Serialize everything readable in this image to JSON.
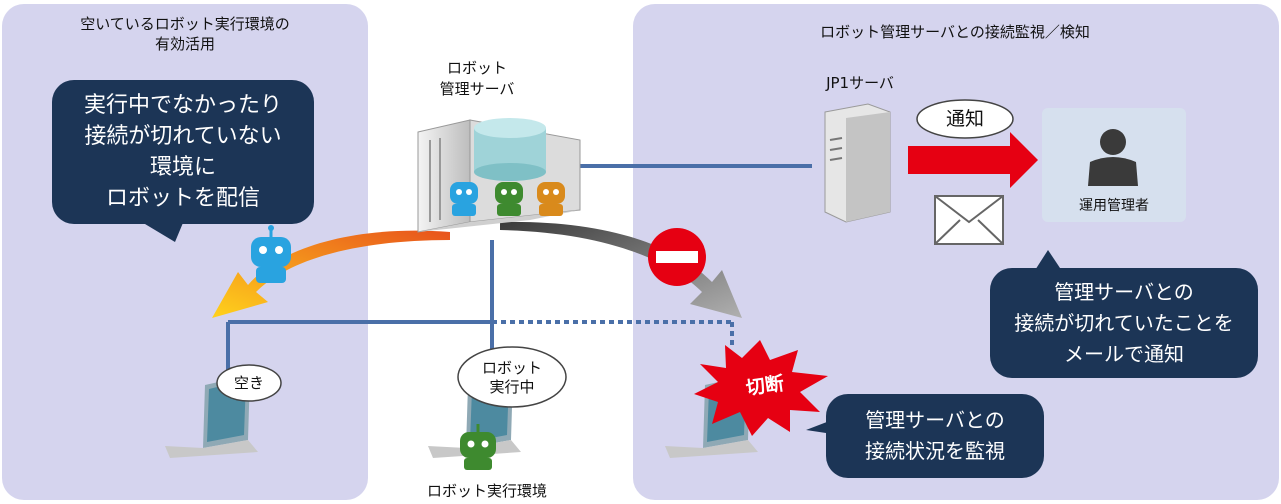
{
  "left_panel": {
    "title_line1": "空いているロボット実行環境の",
    "title_line2": "有効活用",
    "callout": [
      "実行中でなかったり",
      "接続が切れていない",
      "環境に",
      "ロボットを配信"
    ],
    "laptop_bubble": "空き"
  },
  "center": {
    "server_label_line1": "ロボット",
    "server_label_line2": "管理サーバ",
    "running_bubble_line1": "ロボット",
    "running_bubble_line2": "実行中",
    "bottom_label": "ロボット実行環境"
  },
  "right_panel": {
    "title": "ロボット管理サーバとの接続監視／検知",
    "jp1_label": "JP1サーバ",
    "notify_bubble": "通知",
    "operator_label": "運用管理者",
    "mail_callout": [
      "管理サーバとの",
      "接続が切れていたことを",
      "メールで通知"
    ],
    "cut_label": "切断",
    "monitor_callout": [
      "管理サーバとの",
      "接続状況を監視"
    ]
  },
  "colors": {
    "panel_bg": "#d5d4ee",
    "callout_bg": "#1c3556",
    "line_blue": "#4a6fa8",
    "arrow_red": "#e60012",
    "cut_star": "#e60012"
  },
  "icons": [
    "server-icon",
    "database-icon",
    "robot-icon",
    "laptop-icon",
    "person-icon",
    "mail-icon",
    "no-entry-icon"
  ]
}
